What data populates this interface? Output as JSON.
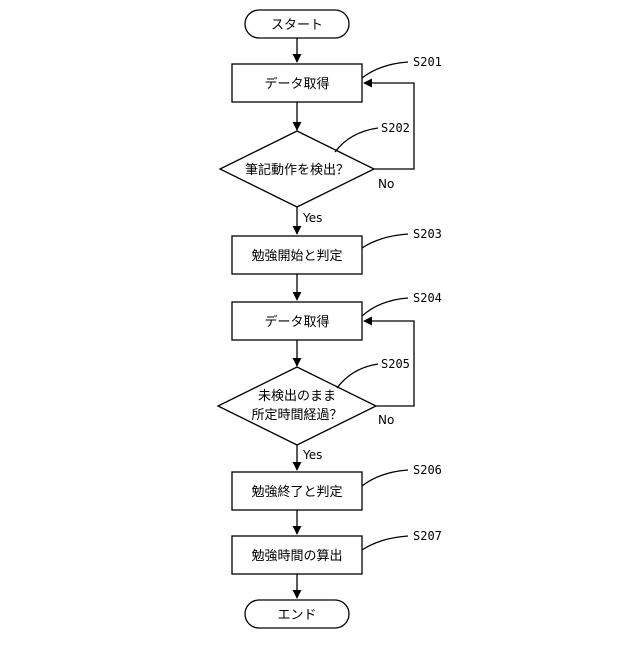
{
  "flowchart": {
    "start": "スタート",
    "end": "エンド",
    "steps": {
      "s201": {
        "id": "S201",
        "label": "データ取得"
      },
      "s202": {
        "id": "S202",
        "label": "筆記動作を検出？",
        "yes": "Yes",
        "no": "No"
      },
      "s203": {
        "id": "S203",
        "label": "勉強開始と判定"
      },
      "s204": {
        "id": "S204",
        "label": "データ取得"
      },
      "s205": {
        "id": "S205",
        "line1": "未検出のまま",
        "line2": "所定時間経過？",
        "yes": "Yes",
        "no": "No"
      },
      "s206": {
        "id": "S206",
        "label": "勉強終了と判定"
      },
      "s207": {
        "id": "S207",
        "label": "勉強時間の算出"
      }
    }
  }
}
